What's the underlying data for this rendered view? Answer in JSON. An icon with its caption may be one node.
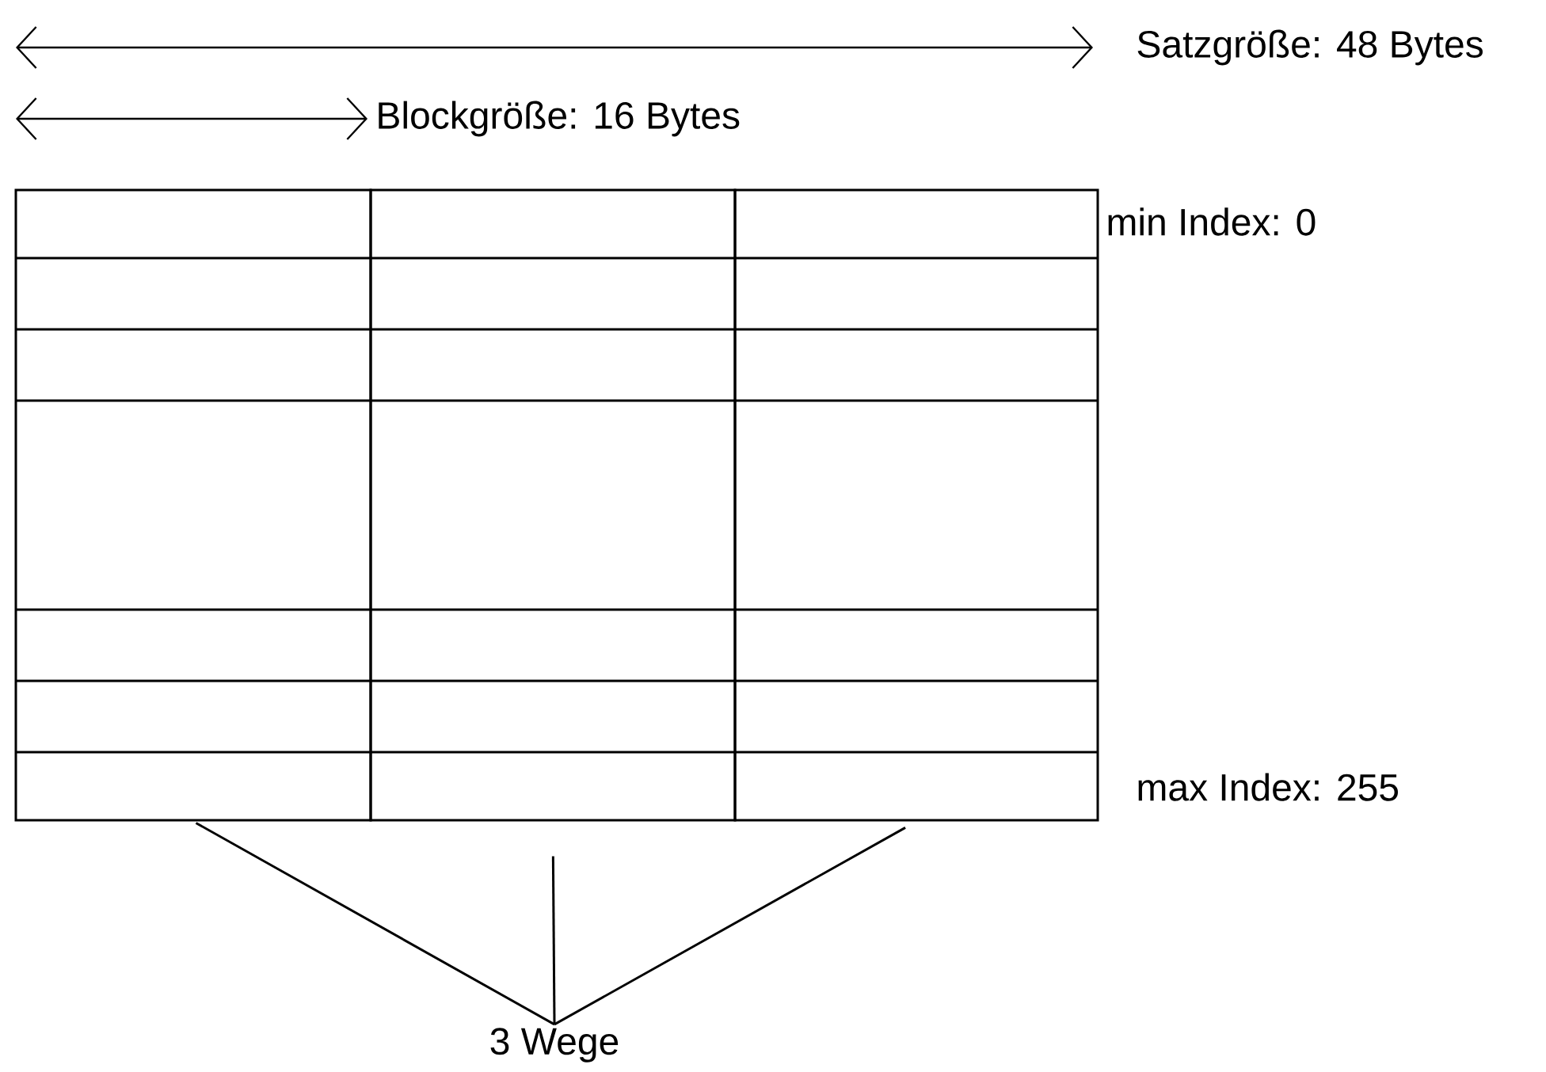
{
  "diagram": {
    "nodes": [
      {
        "text": [],
        "shape": "box"
      },
      {
        "text": [],
        "shape": "box"
      },
      {
        "text": [],
        "shape": "box"
      },
      {
        "text": [
          "3 Wege"
        ]
      }
    ],
    "edges": [
      {
        "from": 3,
        "to": 0,
        "arrow": "none"
      },
      {
        "from": 3,
        "to": 1,
        "arrow": "none"
      },
      {
        "from": 3,
        "to": 2,
        "arrow": "none"
      }
    ],
    "labels": [
      "Satzgröße: 48 Bytes",
      "Blockgröße: 16 Bytes",
      "min Index: 0",
      "max Index: 255"
    ]
  }
}
